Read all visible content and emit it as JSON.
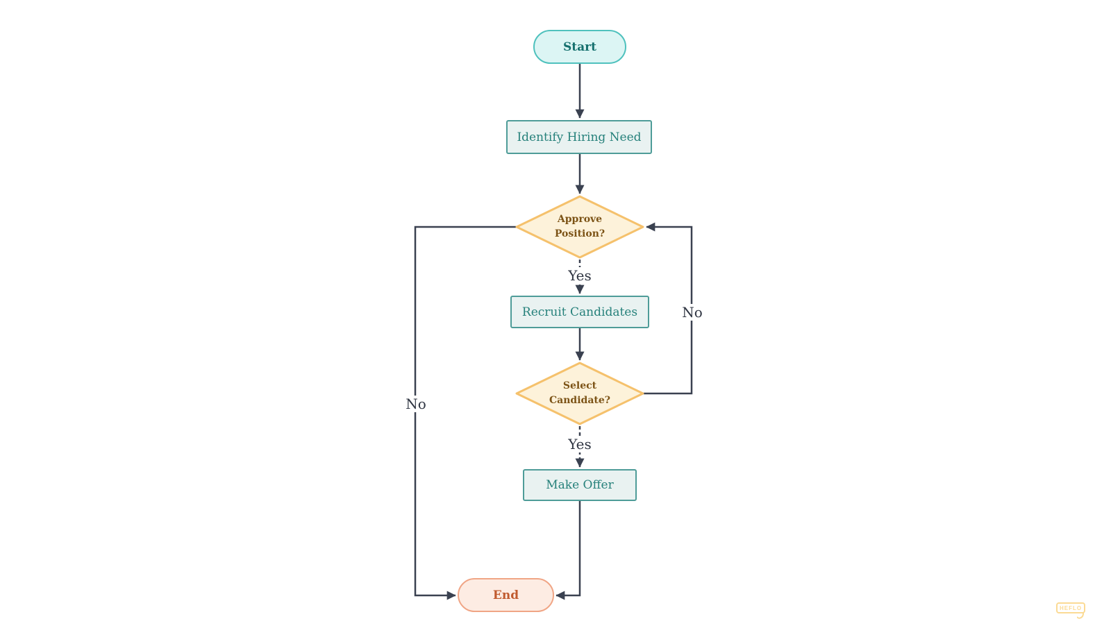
{
  "diagram": {
    "background_color": "#ffffff",
    "connector_color": "#3a4150",
    "edge_label_color": "#2f3542",
    "nodes": [
      {
        "id": "start",
        "type": "terminator",
        "label": "Start",
        "fill": "#dcf5f4",
        "stroke": "#4ec1bd",
        "text_color": "#15706e"
      },
      {
        "id": "identify",
        "type": "process",
        "label": "Identify Hiring Need",
        "fill": "#e9f2f1",
        "stroke": "#4e9c98",
        "text_color": "#26817b"
      },
      {
        "id": "approve",
        "type": "decision",
        "label": "Approve Position?",
        "fill": "#fdf2da",
        "stroke": "#f5c16c",
        "text_color": "#7c5316"
      },
      {
        "id": "recruit",
        "type": "process",
        "label": "Recruit Candidates",
        "fill": "#e9f2f1",
        "stroke": "#4e9c98",
        "text_color": "#26817b"
      },
      {
        "id": "select",
        "type": "decision",
        "label": "Select Candidate?",
        "fill": "#fdf2da",
        "stroke": "#f5c16c",
        "text_color": "#7c5316"
      },
      {
        "id": "offer",
        "type": "process",
        "label": "Make Offer",
        "fill": "#e9f2f1",
        "stroke": "#4e9c98",
        "text_color": "#26817b"
      },
      {
        "id": "end",
        "type": "terminator",
        "label": "End",
        "fill": "#fdece3",
        "stroke": "#f0a585",
        "text_color": "#c05a2e"
      }
    ],
    "edge_labels": {
      "approve_yes": "Yes",
      "approve_no": "No",
      "select_yes": "Yes",
      "select_no": "No"
    },
    "edges": [
      {
        "from": "start",
        "to": "identify",
        "label": "",
        "style": "solid"
      },
      {
        "from": "identify",
        "to": "approve",
        "label": "",
        "style": "solid"
      },
      {
        "from": "approve",
        "to": "recruit",
        "label": "Yes",
        "style": "dashed"
      },
      {
        "from": "approve",
        "to": "end",
        "label": "No",
        "style": "solid"
      },
      {
        "from": "recruit",
        "to": "select",
        "label": "",
        "style": "solid"
      },
      {
        "from": "select",
        "to": "offer",
        "label": "Yes",
        "style": "dashed"
      },
      {
        "from": "select",
        "to": "approve",
        "label": "No",
        "style": "solid"
      },
      {
        "from": "offer",
        "to": "end",
        "label": "",
        "style": "solid"
      }
    ],
    "watermark": {
      "text": "HEFLO",
      "color": "#fbd98f"
    }
  }
}
